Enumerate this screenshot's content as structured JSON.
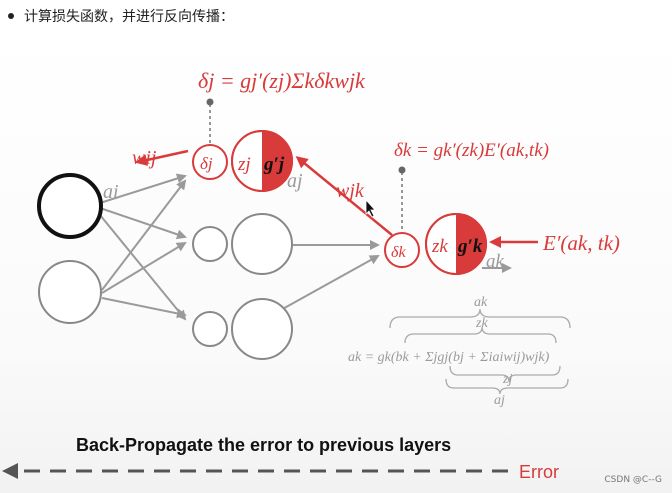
{
  "header": {
    "bullet_text": "计算损失函数，并进行反向传播："
  },
  "diagram": {
    "formula_delta_j": "δj = gj′(zj)Σkδkwjk",
    "formula_delta_k": "δk = gk′(zk)E′(ak,tk)",
    "label_wij": "wij",
    "label_ai": "ai",
    "label_aj": "aj",
    "label_wjk": "wjk",
    "label_delta_j": "δj",
    "label_zj": "zj",
    "label_gj": "g′j",
    "label_delta_k": "δk",
    "label_zk": "zk",
    "label_gk": "g′k",
    "label_error_input": "E′(ak, tk)",
    "label_ak_out": "ak",
    "brace_top_ak": "ak",
    "brace_top_zk": "zk",
    "bottom_formula": "ak = gk(bk + Σjgj(bj + Σiaiwij)wjk)",
    "brace_bottom_zj": "zj",
    "brace_bottom_aj": "aj",
    "caption": "Back-Propagate the error to previous layers",
    "error_label": "Error",
    "colors": {
      "red": "#d93a3a",
      "gray": "#9a9a9a",
      "dark": "#222222"
    }
  },
  "watermark": "CSDN @C--G"
}
